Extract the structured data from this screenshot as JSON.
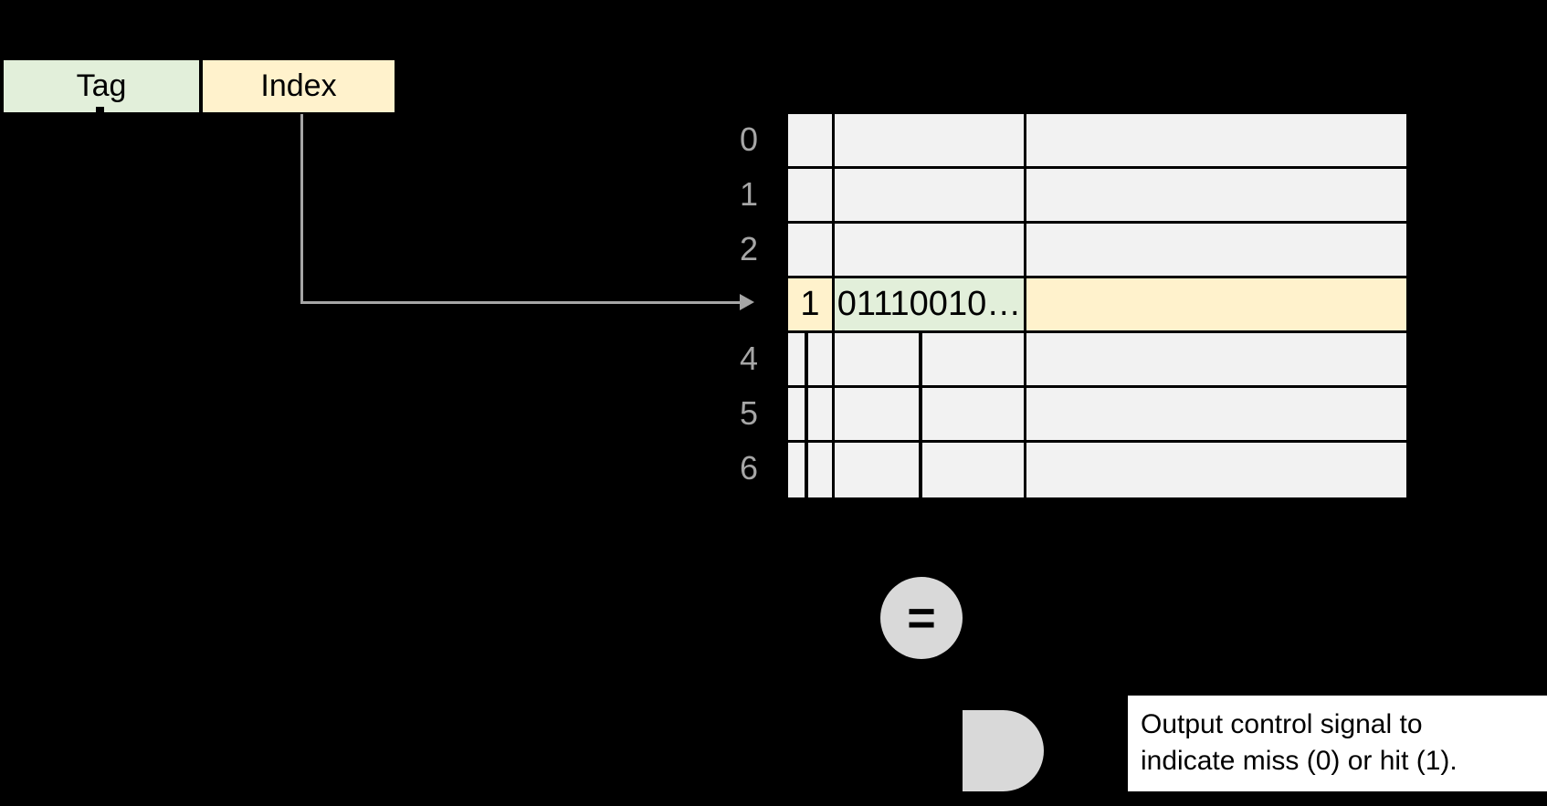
{
  "colors": {
    "background": "#000000",
    "tag_fill": "#E2EFDA",
    "index_fill": "#FFF2CC",
    "row_fill": "#F2F2F2",
    "highlight_yellow": "#FFF2CC",
    "highlight_green": "#E2EFDA",
    "shape_gray": "#D9D9D9",
    "arrow_gray": "#A6A6A6",
    "label_gray": "#A6A6A6",
    "note_bg": "#FFFFFF"
  },
  "address": {
    "tag_label": "Tag",
    "index_label": "Index"
  },
  "cache_table": {
    "rows": [
      {
        "label": "0",
        "valid": "",
        "tag": "",
        "data": "",
        "highlight": false
      },
      {
        "label": "1",
        "valid": "",
        "tag": "",
        "data": "",
        "highlight": false
      },
      {
        "label": "2",
        "valid": "",
        "tag": "",
        "data": "",
        "highlight": false
      },
      {
        "label": "",
        "valid": "1",
        "tag": "01110010…",
        "data": "",
        "highlight": true
      },
      {
        "label": "4",
        "valid": "",
        "tag": "",
        "data": "",
        "highlight": false
      },
      {
        "label": "5",
        "valid": "",
        "tag": "",
        "data": "",
        "highlight": false
      },
      {
        "label": "6",
        "valid": "",
        "tag": "",
        "data": "",
        "highlight": false
      }
    ]
  },
  "comparator": {
    "symbol": "="
  },
  "note": {
    "line1": "Output control signal to",
    "line2": "indicate miss (0) or hit (1)."
  }
}
